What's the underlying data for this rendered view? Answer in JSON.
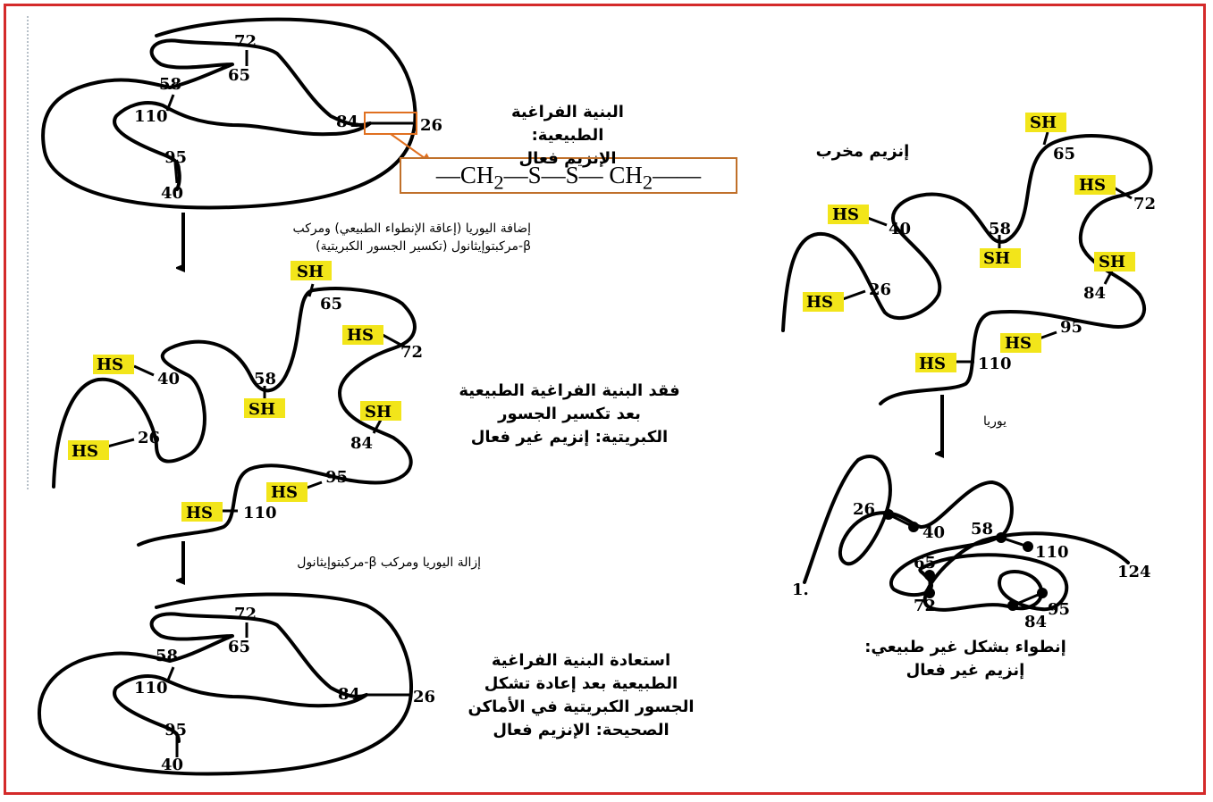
{
  "colors": {
    "frame": "#d42a2a",
    "highlight": "#f2e51a",
    "chain": "#000000",
    "link_arrow": "#e07020"
  },
  "captions": {
    "native_line1": "البنية الفراغية الطبيعية:",
    "native_line2": "الإنزيم فعال",
    "step1_line1": "إضافة اليوريا (إعاقة الإنطواء الطبيعي) ومركب",
    "step1_line2": "β-مركبتوإيثانول (تكسير الجسور الكبريتية)",
    "denatured_line1": "فقد البنية الفراغية الطبيعية",
    "denatured_line2": "بعد تكسير الجسور",
    "denatured_line3": "الكبريتية: إنزيم غير فعال",
    "step2": "إزالة اليوريا ومركب β-مركبتوإيثانول",
    "restored_line1": "استعادة البنية الفراغية",
    "restored_line2": "الطبيعية بعد إعادة تشكل",
    "restored_line3": "الجسور الكبريتية في الأماكن",
    "restored_line4": "الصحيحة: الإنزيم فعال",
    "scrambled_label": "إنزيم مخرب",
    "urea": "يوريا",
    "misfolded_line1": "إنطواء بشكل غير طبيعي:",
    "misfolded_line2": "إنزيم غير فعال"
  },
  "formula": {
    "left": "—CH",
    "sub1": "2",
    "mid": "—S—S— CH",
    "sub2": "2",
    "right": "——"
  },
  "residues": {
    "r72": "72",
    "r65": "65",
    "r58": "58",
    "r110": "110",
    "r84": "84",
    "r26": "26",
    "r95": "95",
    "r40": "40",
    "r124": "124",
    "r1": "1."
  },
  "groups": {
    "sh": "SH",
    "hs": "HS"
  }
}
